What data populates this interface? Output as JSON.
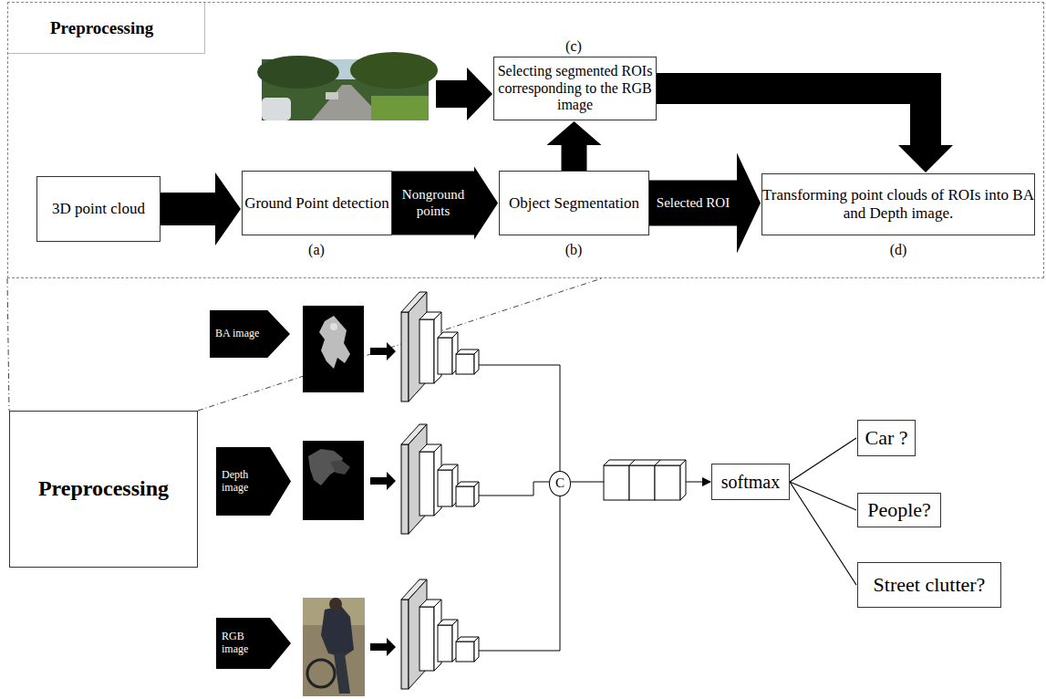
{
  "diagram": {
    "nodes": [
      {
        "text": [
          "Preprocessing"
        ]
      },
      {
        "text": [
          "3D point cloud"
        ],
        "in": 0
      },
      {
        "text": [
          "Ground Point detection"
        ],
        "in": 0
      },
      {
        "text": [
          "Selecting segmented ROIs corresponding to the RGB image"
        ],
        "in": 0
      },
      {
        "text": [
          "Object Segmentation"
        ],
        "in": 0
      },
      {
        "text": [
          "Transforming point clouds of ROIs into BA and Depth image."
        ],
        "in": 0
      },
      {
        "text": [
          "Preprocessing"
        ]
      },
      {
        "text": [
          "BA image"
        ]
      },
      {
        "text": [
          "Depth image"
        ]
      },
      {
        "text": [
          "RGB image"
        ]
      },
      {
        "text": [
          "C"
        ]
      },
      {
        "text": [
          "softmax"
        ]
      },
      {
        "text": [
          "Car ?"
        ]
      },
      {
        "text": [
          "People?"
        ]
      },
      {
        "text": [
          "Street clutter?"
        ]
      }
    ],
    "edges": [
      {
        "from": 1,
        "to": 2,
        "arrow": "to"
      },
      {
        "from": 2,
        "to": 4,
        "label": "Nonground points",
        "arrow": "to"
      },
      {
        "from": 4,
        "to": 3,
        "arrow": "to"
      },
      {
        "from": 4,
        "to": 5,
        "label": "Selected ROI",
        "arrow": "to"
      },
      {
        "from": 3,
        "to": 5,
        "arrow": "to"
      },
      {
        "from": 10,
        "to": 11,
        "arrow": "to"
      },
      {
        "from": 11,
        "to": 12,
        "arrow": "none"
      },
      {
        "from": 11,
        "to": 13,
        "arrow": "none"
      },
      {
        "from": 11,
        "to": 14,
        "arrow": "none"
      }
    ],
    "labels": [
      "(a)",
      "(b)",
      "(c)",
      "(d)"
    ]
  }
}
